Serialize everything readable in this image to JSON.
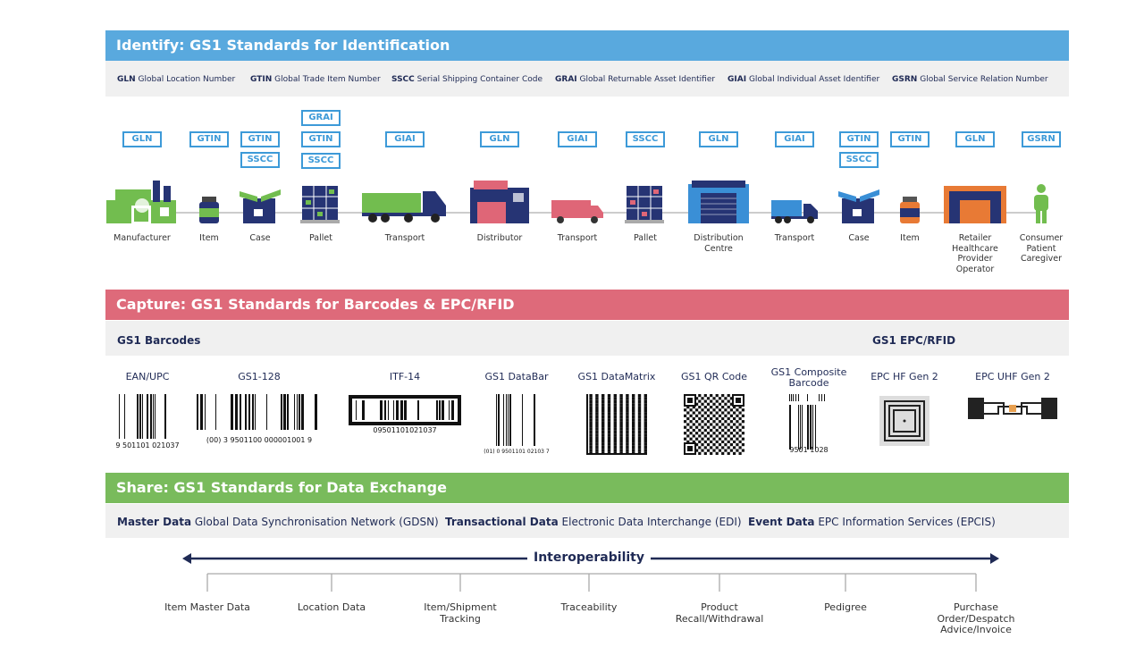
{
  "identify": {
    "title": "Identify: GS1 Standards for Identification",
    "abbreviations": [
      {
        "code": "GLN",
        "name": "Global Location Number"
      },
      {
        "code": "GTIN",
        "name": "Global Trade Item Number"
      },
      {
        "code": "SSCC",
        "name": "Serial Shipping Container Code"
      },
      {
        "code": "GRAI",
        "name": "Global Returnable Asset Identifier"
      },
      {
        "code": "GIAI",
        "name": "Global Individual Asset Identifier"
      },
      {
        "code": "GSRN",
        "name": "Global Service Relation Number"
      }
    ],
    "steps": [
      {
        "label": "Manufacturer",
        "tags": [
          "GLN"
        ]
      },
      {
        "label": "Item",
        "tags": [
          "GTIN"
        ]
      },
      {
        "label": "Case",
        "tags": [
          "GTIN",
          "SSCC"
        ]
      },
      {
        "label": "Pallet",
        "tags": [
          "GRAI",
          "GTIN",
          "SSCC"
        ]
      },
      {
        "label": "Transport",
        "tags": [
          "GIAI"
        ]
      },
      {
        "label": "Distributor",
        "tags": [
          "GLN"
        ]
      },
      {
        "label": "Transport",
        "tags": [
          "GIAI"
        ]
      },
      {
        "label": "Pallet",
        "tags": [
          "SSCC"
        ]
      },
      {
        "label": "Distribution\nCentre",
        "tags": [
          "GLN"
        ]
      },
      {
        "label": "Transport",
        "tags": [
          "GIAI"
        ]
      },
      {
        "label": "Case",
        "tags": [
          "GTIN",
          "SSCC"
        ]
      },
      {
        "label": "Item",
        "tags": [
          "GTIN"
        ]
      },
      {
        "label": "Retailer\nHealthcare\nProvider\nOperator",
        "tags": [
          "GLN"
        ]
      },
      {
        "label": "Consumer\nPatient\nCaregiver",
        "tags": [
          "GSRN"
        ]
      }
    ]
  },
  "capture": {
    "title": "Capture: GS1 Standards for Barcodes & EPC/RFID",
    "barcodes_label": "GS1 Barcodes",
    "epc_label": "GS1 EPC/RFID",
    "carriers": [
      {
        "label": "EAN/UPC",
        "number": "9 501101 021037"
      },
      {
        "label": "GS1-128",
        "number": "(00) 3 9501100 000001001 9"
      },
      {
        "label": "ITF-14",
        "number": "09501101021037"
      },
      {
        "label": "GS1 DataBar",
        "number": "(01) 0 9501101 02103 7"
      },
      {
        "label": "GS1 DataMatrix"
      },
      {
        "label": "GS1 QR Code"
      },
      {
        "label": "GS1 Composite\nBarcode",
        "number": "9501 1028"
      },
      {
        "label": "EPC HF Gen 2"
      },
      {
        "label": "EPC UHF Gen 2"
      }
    ]
  },
  "share": {
    "title": "Share: GS1 Standards for Data Exchange",
    "items": [
      {
        "bold": "Master Data",
        "text": "Global Data Synchronisation Network (GDSN)"
      },
      {
        "bold": "Transactional Data",
        "text": "Electronic Data Interchange (EDI)"
      },
      {
        "bold": "Event Data",
        "text": "EPC Information Services (EPCIS)"
      }
    ],
    "interoperability": "Interoperability",
    "benefits": [
      "Item Master Data",
      "Location Data",
      "Item/Shipment\nTracking",
      "Traceability",
      "Product\nRecall/Withdrawal",
      "Pedigree",
      "Purchase\nOrder/Despatch\nAdvice/Invoice"
    ]
  },
  "colors": {
    "identify": "#59a9de",
    "capture": "#de6a7a",
    "share": "#79bb5c",
    "navy": "#1f2a55",
    "tag": "#3d9ad8"
  }
}
